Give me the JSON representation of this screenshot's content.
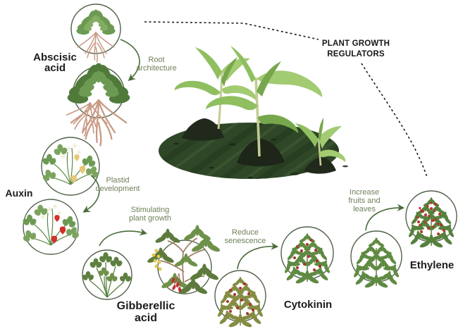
{
  "title": "PLANT GROWTH\nREGULATORS",
  "hormones": {
    "abscisic": {
      "label": "Abscisic\nacid",
      "annotation": "Root\narchitecture",
      "before_icon": "small-rosette-plant-icon",
      "after_icon": "rosette-plant-deep-roots-icon"
    },
    "auxin": {
      "label": "Auxin",
      "annotation": "Plastid\ndevelopment",
      "before_icon": "strawberry-plant-unripe-icon",
      "after_icon": "strawberry-plant-ripe-icon"
    },
    "gibberellic": {
      "label": "Gibberellic\nacid",
      "annotation": "Stimulating\nplant growth",
      "before_icon": "small-shrub-icon",
      "after_icon": "flowering-fruiting-shrub-icon"
    },
    "cytokinin": {
      "label": "Cytokinin",
      "annotation": "Reduce\nsenescence",
      "before_icon": "senescent-bush-icon",
      "after_icon": "green-bush-with-berries-icon"
    },
    "ethylene": {
      "label": "Ethylene",
      "annotation": "Increase\nfruits and\nleaves",
      "before_icon": "green-bush-icon",
      "after_icon": "bush-many-fruits-icon"
    }
  },
  "center_illustration": "corn-seedlings-on-dark-field-icon",
  "colors": {
    "label_text": "#1c1c1c",
    "annotation_text": "#6f7f5a",
    "arrow": "#4a6b3a",
    "circle_outline": "#51624a",
    "dotted_line": "#1c1c1c",
    "field_green": "#2f4727",
    "soil_dark": "#20291b",
    "corn_leaf": "#8fbf5f",
    "berry_red": "#c0302c",
    "unripe_strawberry": "#e7c877",
    "root_pink": "#c89a84"
  }
}
